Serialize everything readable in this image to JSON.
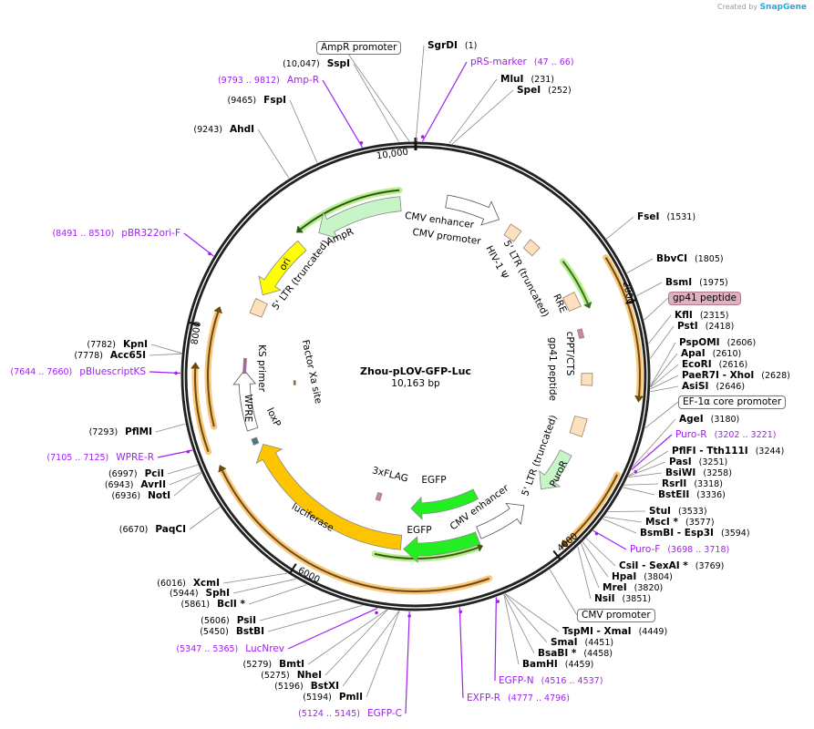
{
  "credit": {
    "prefix": "Created by",
    "brand": "SnapGene"
  },
  "plasmid": {
    "name": "Zhou-pLOV-GFP-Luc",
    "length": "10,163 bp"
  },
  "ticks": [
    "10,000",
    "2000",
    "4000",
    "6000",
    "8000"
  ],
  "sites": [
    {
      "name": "SgrDI",
      "pos": "(1)",
      "type": "enzyme"
    },
    {
      "name": "pRS-marker",
      "pos": "(47 .. 66)",
      "type": "primer"
    },
    {
      "name": "MluI",
      "pos": "(231)",
      "type": "enzyme"
    },
    {
      "name": "SpeI",
      "pos": "(252)",
      "type": "enzyme"
    },
    {
      "name": "FseI",
      "pos": "(1531)",
      "type": "enzyme"
    },
    {
      "name": "BbvCI",
      "pos": "(1805)",
      "type": "enzyme"
    },
    {
      "name": "BsmI",
      "pos": "(1975)",
      "type": "enzyme"
    },
    {
      "name": "gp41 peptide",
      "pos": "",
      "type": "feature"
    },
    {
      "name": "KflI",
      "pos": "(2315)",
      "type": "enzyme"
    },
    {
      "name": "PstI",
      "pos": "(2418)",
      "type": "enzyme"
    },
    {
      "name": "PspOMI",
      "pos": "(2606)",
      "type": "enzyme"
    },
    {
      "name": "ApaI",
      "pos": "(2610)",
      "type": "enzyme"
    },
    {
      "name": "EcoRI",
      "pos": "(2616)",
      "type": "enzyme"
    },
    {
      "name": "PaeR7I  - XhoI",
      "pos": "(2628)",
      "type": "enzyme"
    },
    {
      "name": "AsiSI",
      "pos": "(2646)",
      "type": "enzyme"
    },
    {
      "name": "EF-1α core promoter",
      "pos": "",
      "type": "feature"
    },
    {
      "name": "AgeI",
      "pos": "(3180)",
      "type": "enzyme"
    },
    {
      "name": "Puro-R",
      "pos": "(3202 .. 3221)",
      "type": "primer"
    },
    {
      "name": "PflFI  - Tth111I",
      "pos": "(3244)",
      "type": "enzyme"
    },
    {
      "name": "PasI",
      "pos": "(3251)",
      "type": "enzyme"
    },
    {
      "name": "BsiWI",
      "pos": "(3258)",
      "type": "enzyme"
    },
    {
      "name": "RsrII",
      "pos": "(3318)",
      "type": "enzyme"
    },
    {
      "name": "BstEII",
      "pos": "(3336)",
      "type": "enzyme"
    },
    {
      "name": "StuI",
      "pos": "(3533)",
      "type": "enzyme"
    },
    {
      "name": "MscI *",
      "pos": "(3577)",
      "type": "enzyme"
    },
    {
      "name": "BsmBI  - Esp3I",
      "pos": "(3594)",
      "type": "enzyme"
    },
    {
      "name": "Puro-F",
      "pos": "(3698 .. 3718)",
      "type": "primer"
    },
    {
      "name": "CsiI  - SexAI *",
      "pos": "(3769)",
      "type": "enzyme"
    },
    {
      "name": "HpaI",
      "pos": "(3804)",
      "type": "enzyme"
    },
    {
      "name": "MreI",
      "pos": "(3820)",
      "type": "enzyme"
    },
    {
      "name": "NsiI",
      "pos": "(3851)",
      "type": "enzyme"
    },
    {
      "name": "CMV promoter",
      "pos": "",
      "type": "feature"
    },
    {
      "name": "TspMI  - XmaI",
      "pos": "(4449)",
      "type": "enzyme"
    },
    {
      "name": "SmaI",
      "pos": "(4451)",
      "type": "enzyme"
    },
    {
      "name": "BsaBI *",
      "pos": "(4458)",
      "type": "enzyme"
    },
    {
      "name": "BamHI",
      "pos": "(4459)",
      "type": "enzyme"
    },
    {
      "name": "EGFP-N",
      "pos": "(4516 .. 4537)",
      "type": "primer"
    },
    {
      "name": "EXFP-R",
      "pos": "(4777 .. 4796)",
      "type": "primer"
    },
    {
      "name": "EGFP-C",
      "pos": "(5124 .. 5145)",
      "type": "primer"
    },
    {
      "name": "PmlI",
      "pos": "(5194)",
      "type": "enzyme"
    },
    {
      "name": "BstXI",
      "pos": "(5196)",
      "type": "enzyme"
    },
    {
      "name": "NheI",
      "pos": "(5275)",
      "type": "enzyme"
    },
    {
      "name": "BmtI",
      "pos": "(5279)",
      "type": "enzyme"
    },
    {
      "name": "LucNrev",
      "pos": "(5347 .. 5365)",
      "type": "primer"
    },
    {
      "name": "BstBI",
      "pos": "(5450)",
      "type": "enzyme"
    },
    {
      "name": "PsiI",
      "pos": "(5606)",
      "type": "enzyme"
    },
    {
      "name": "BclI *",
      "pos": "(5861)",
      "type": "enzyme"
    },
    {
      "name": "SphI",
      "pos": "(5944)",
      "type": "enzyme"
    },
    {
      "name": "XcmI",
      "pos": "(6016)",
      "type": "enzyme"
    },
    {
      "name": "PaqCI",
      "pos": "(6670)",
      "type": "enzyme"
    },
    {
      "name": "NotI",
      "pos": "(6936)",
      "type": "enzyme"
    },
    {
      "name": "AvrII",
      "pos": "(6943)",
      "type": "enzyme"
    },
    {
      "name": "PciI",
      "pos": "(6997)",
      "type": "enzyme"
    },
    {
      "name": "WPRE-R",
      "pos": "(7105 .. 7125)",
      "type": "primer"
    },
    {
      "name": "PflMI",
      "pos": "(7293)",
      "type": "enzyme"
    },
    {
      "name": "pBluescriptKS",
      "pos": "(7644 .. 7660)",
      "type": "primer"
    },
    {
      "name": "Acc65I",
      "pos": "(7778)",
      "type": "enzyme"
    },
    {
      "name": "KpnI",
      "pos": "(7782)",
      "type": "enzyme"
    },
    {
      "name": "pBR322ori-F",
      "pos": "(8491 .. 8510)",
      "type": "primer"
    },
    {
      "name": "AhdI",
      "pos": "(9243)",
      "type": "enzyme"
    },
    {
      "name": "FspI",
      "pos": "(9465)",
      "type": "enzyme"
    },
    {
      "name": "Amp-R",
      "pos": "(9793 .. 9812)",
      "type": "primer"
    },
    {
      "name": "SspI",
      "pos": "(10,047)",
      "type": "enzyme"
    },
    {
      "name": "AmpR promoter",
      "pos": "",
      "type": "feature"
    }
  ],
  "features": [
    {
      "label": "CMV enhancer",
      "color": "#ffffff"
    },
    {
      "label": "CMV promoter",
      "color": "#ffffff"
    },
    {
      "label": "HIV-1 Ψ",
      "color": "#fde0c0"
    },
    {
      "label": "5' LTR (truncated)",
      "color": "#fde0c0"
    },
    {
      "label": "RRE",
      "color": "#fde0c0"
    },
    {
      "label": "cPPT/CTS",
      "color": "#fde0c0"
    },
    {
      "label": "gp41 peptide",
      "color": "#c08aa8"
    },
    {
      "label": "5' LTR (truncated)",
      "color": "#fde0c0"
    },
    {
      "label": "PuroR",
      "color": "#c8f5c8"
    },
    {
      "label": "CMV enhancer",
      "color": "#ffffff"
    },
    {
      "label": "EGFP",
      "color": "#22ee22"
    },
    {
      "label": "3xFLAG",
      "color": "#c08aa8"
    },
    {
      "label": "EGFP",
      "color": "#22ee22"
    },
    {
      "label": "luciferase",
      "color": "#ffc400"
    },
    {
      "label": "loxP",
      "color": "#3a7f90"
    },
    {
      "label": "WPRE",
      "color": "#ffffff"
    },
    {
      "label": "KS primer",
      "color": "#a060c0"
    },
    {
      "label": "Factor Xa site",
      "color": "#666666"
    },
    {
      "label": "5' LTR (truncated)",
      "color": "#fde0c0"
    },
    {
      "label": "ori",
      "color": "#ffff00"
    },
    {
      "label": "AmpR",
      "color": "#c8f5c8"
    }
  ],
  "colors": {
    "primer": "#a020f0",
    "orf": "#f9c67a",
    "backbone": "#222222"
  }
}
